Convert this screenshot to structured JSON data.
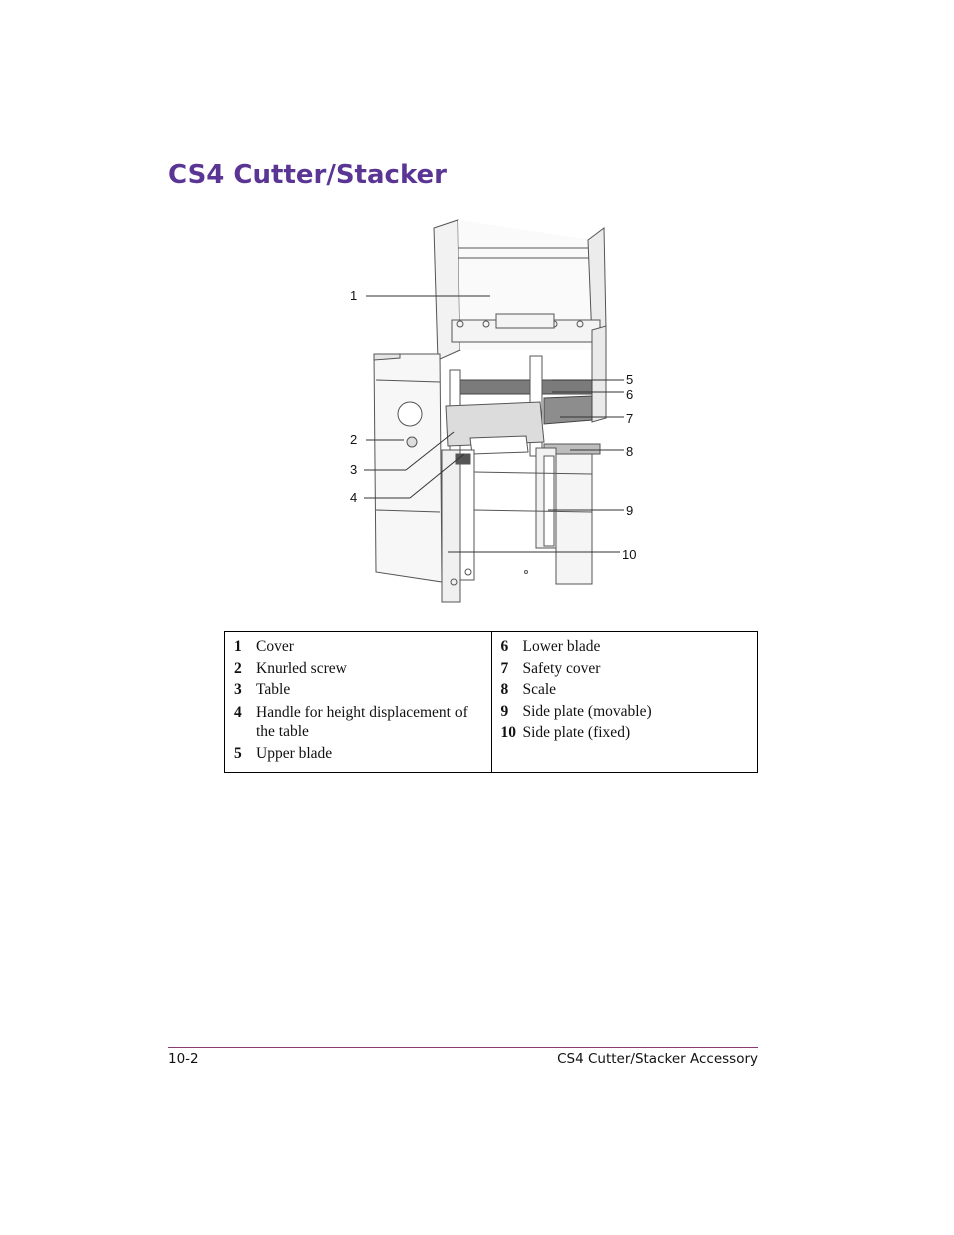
{
  "page": {
    "title": "CS4 Cutter/Stacker"
  },
  "figure": {
    "callouts": [
      "1",
      "2",
      "3",
      "4",
      "5",
      "6",
      "7",
      "8",
      "9",
      "10"
    ]
  },
  "legend": {
    "left": [
      {
        "num": "1",
        "text": "Cover"
      },
      {
        "num": "2",
        "text": "Knurled screw"
      },
      {
        "num": "3",
        "text": "Table"
      },
      {
        "num": "4",
        "text": "Handle for height displacement of the table"
      },
      {
        "num": "5",
        "text": "Upper blade"
      }
    ],
    "right": [
      {
        "num": "6",
        "text": "Lower blade"
      },
      {
        "num": "7",
        "text": "Safety cover"
      },
      {
        "num": "8",
        "text": "Scale"
      },
      {
        "num": "9",
        "text": "Side plate (movable)"
      },
      {
        "num": "10",
        "text": "Side plate (fixed)"
      }
    ]
  },
  "footer": {
    "page_number": "10-2",
    "section": "CS4 Cutter/Stacker Accessory"
  },
  "colors": {
    "title": "#5a3594",
    "rule": "#8e3a72"
  }
}
